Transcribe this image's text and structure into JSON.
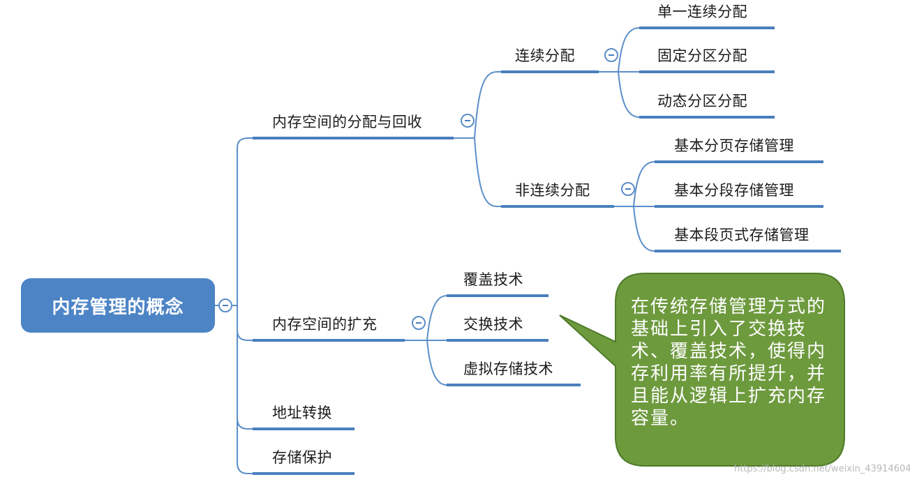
{
  "root": {
    "label": "内存管理的概念"
  },
  "allocation": {
    "label": "内存空间的分配与回收",
    "contiguous": {
      "label": "连续分配",
      "items": [
        "单一连续分配",
        "固定分区分配",
        "动态分区分配"
      ]
    },
    "noncontiguous": {
      "label": "非连续分配",
      "items": [
        "基本分页存储管理",
        "基本分段存储管理",
        "基本段页式存储管理"
      ]
    }
  },
  "expansion": {
    "label": "内存空间的扩充",
    "items": [
      "覆盖技术",
      "交换技术",
      "虚拟存储技术"
    ]
  },
  "address_translation": {
    "label": "地址转换"
  },
  "storage_protection": {
    "label": "存储保护"
  },
  "callout": {
    "text": "在传统存储管理方式的基础上引入了交换技术、覆盖技术，使得内存利用率有所提升，并且能从逻辑上扩充内存容量。"
  },
  "watermark": {
    "text": "https://blog.csdn.net/weixin_43914604"
  },
  "colors": {
    "root_fill": "#4d84c6",
    "branch_line": "#5b8ec8",
    "underline": "#4a7fbd",
    "callout_fill": "#6e9a3e",
    "callout_border": "#4e7a28"
  }
}
